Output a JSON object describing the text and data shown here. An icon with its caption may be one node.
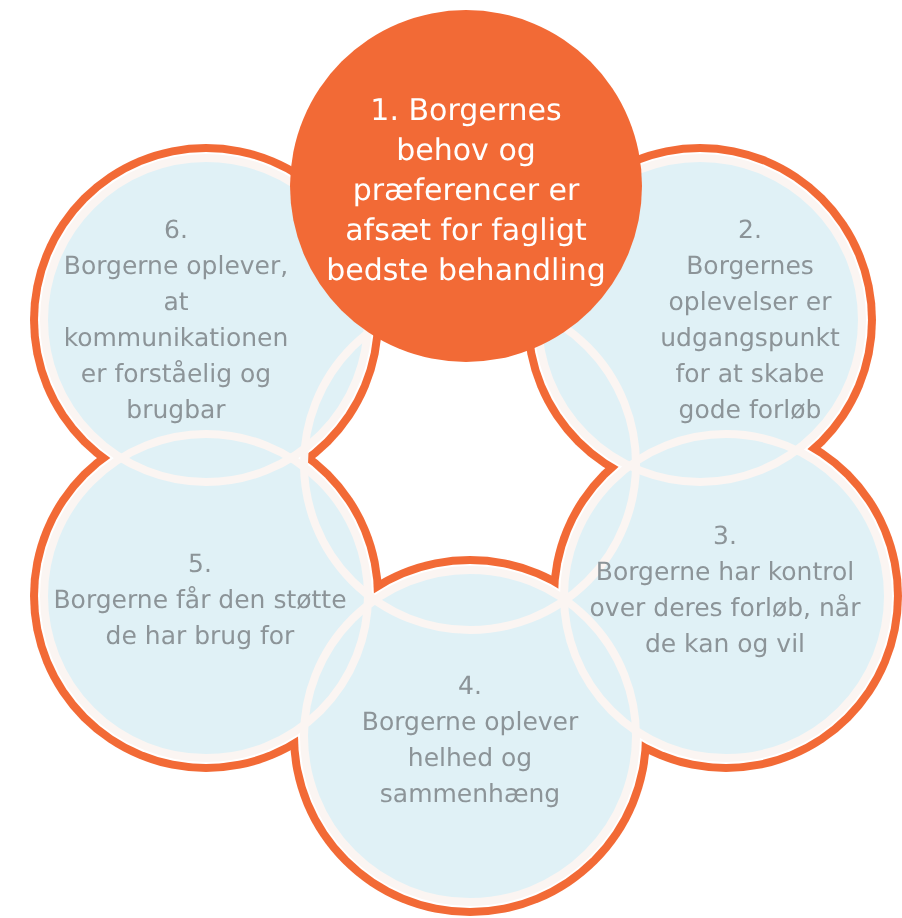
{
  "diagram": {
    "nodes": [
      {
        "text": [
          "1. Borgernes behov og præferencer er afsæt for fagligt bedste behandling"
        ]
      },
      {
        "text": [
          "2.",
          "Borgernes oplevelser er udgangspunkt for at skabe gode forløb"
        ]
      },
      {
        "text": [
          "3.",
          "Borgerne har kontrol over deres forløb, når de kan og vil"
        ]
      },
      {
        "text": [
          "4.",
          "Borgerne oplever helhed og sammenhæng"
        ]
      },
      {
        "text": [
          "5.",
          "Borgerne får den støtte de har brug for"
        ]
      },
      {
        "text": [
          "6.",
          "Borgerne oplever, at kommunikationen er forståelig og brugbar"
        ]
      }
    ]
  }
}
